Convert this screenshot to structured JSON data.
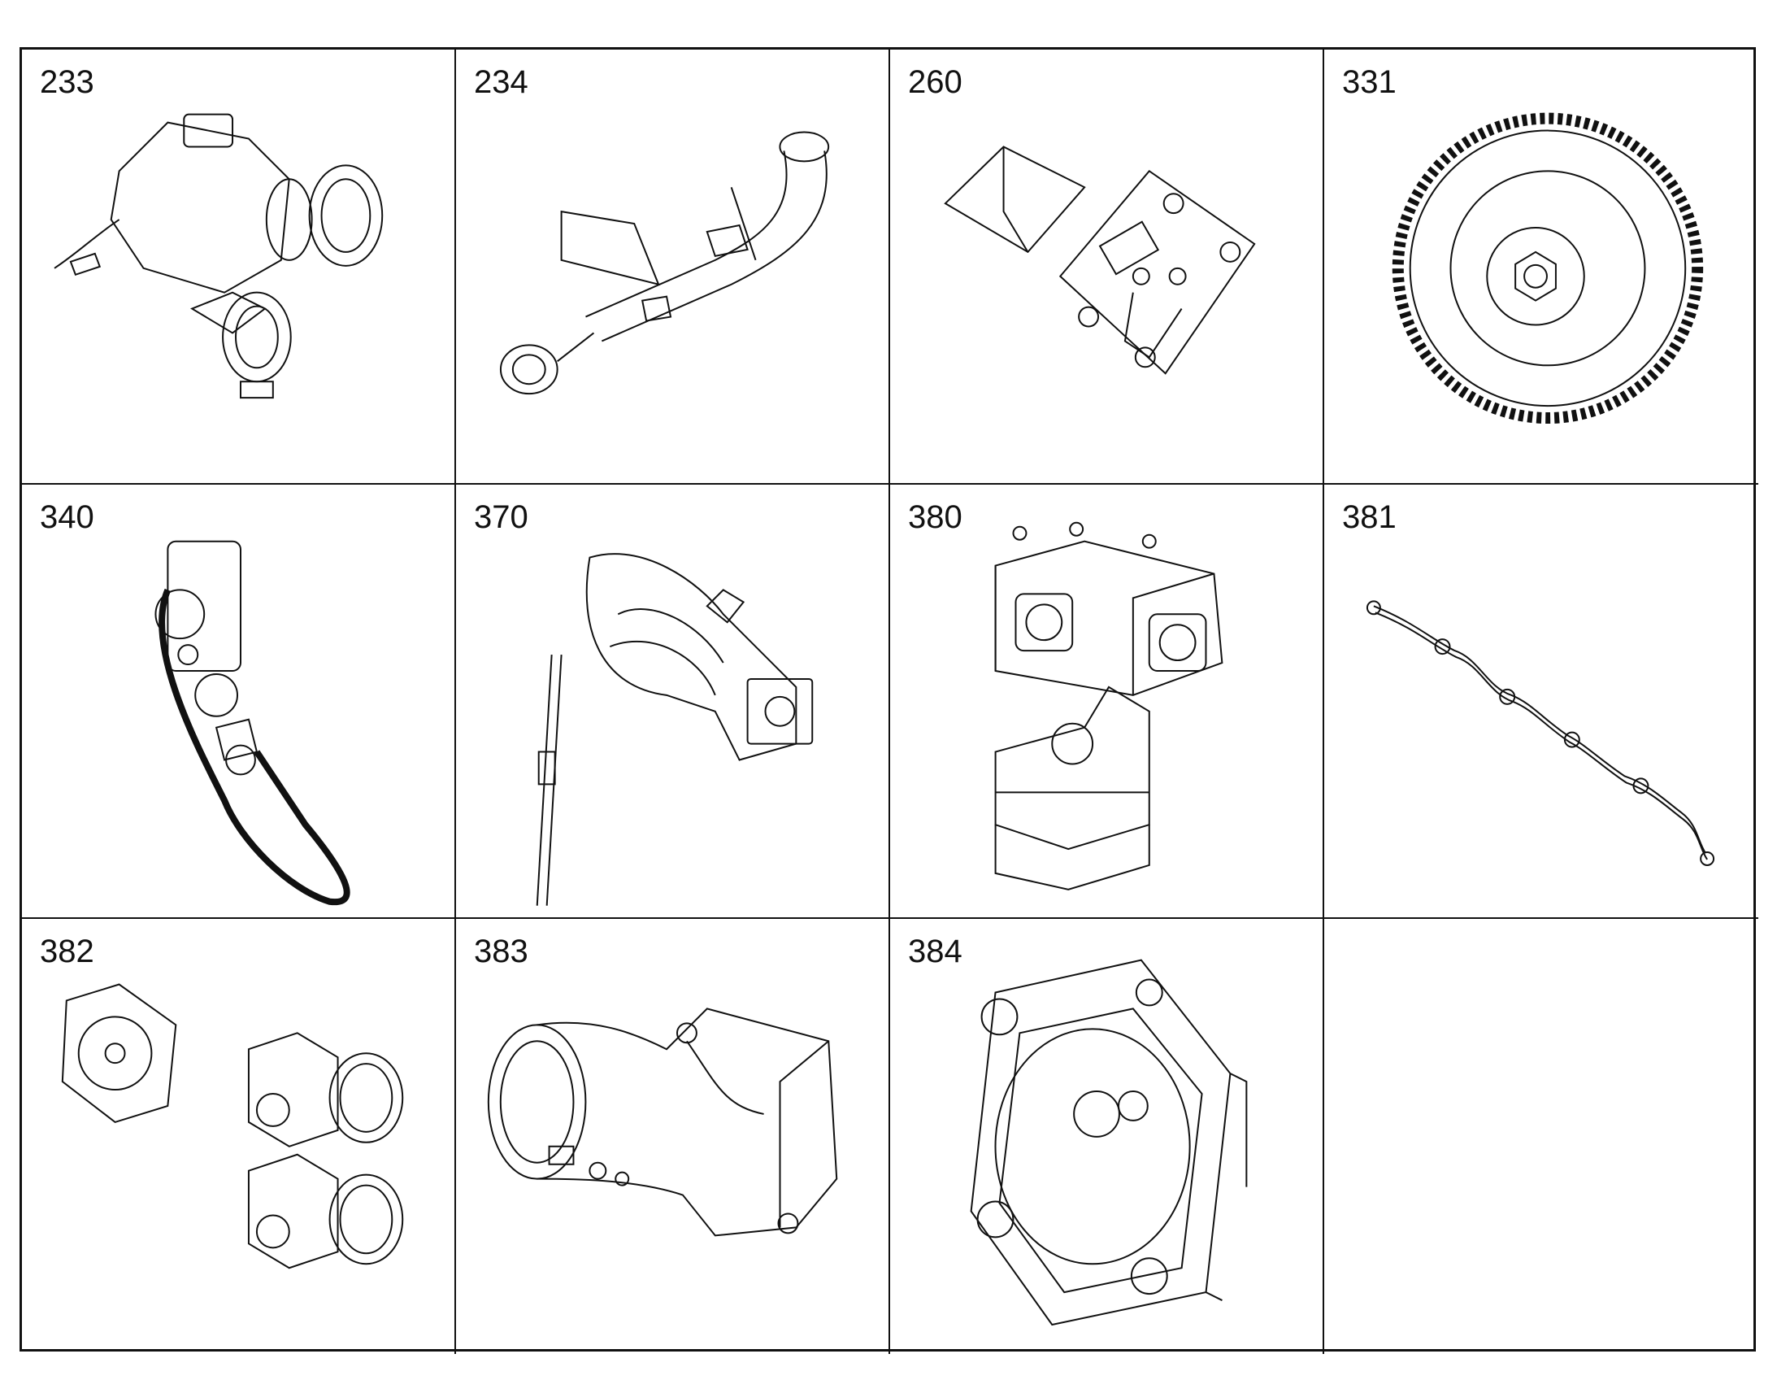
{
  "parts": [
    {
      "number": "233",
      "icon": "turbocharger-pipe-icon"
    },
    {
      "number": "234",
      "icon": "intake-pipe-bracket-icon"
    },
    {
      "number": "260",
      "icon": "mounting-plate-bracket-icon"
    },
    {
      "number": "331",
      "icon": "gear-icon"
    },
    {
      "number": "340",
      "icon": "belt-drive-icon"
    },
    {
      "number": "370",
      "icon": "exhaust-manifold-icon"
    },
    {
      "number": "380",
      "icon": "valve-housing-assembly-icon"
    },
    {
      "number": "381",
      "icon": "wiring-harness-icon"
    },
    {
      "number": "382",
      "icon": "flange-housings-icon"
    },
    {
      "number": "383",
      "icon": "elbow-housing-icon"
    },
    {
      "number": "384",
      "icon": "flange-cover-icon"
    },
    {
      "number": "",
      "icon": ""
    }
  ]
}
